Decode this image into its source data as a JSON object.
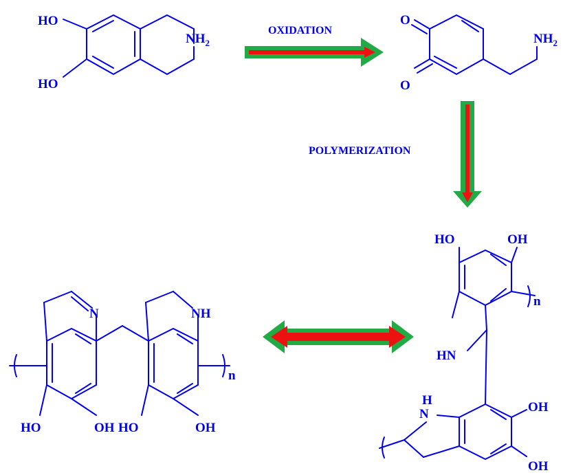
{
  "colors": {
    "structure": "#0000EE",
    "arrow_outer": "#22AA44",
    "arrow_inner": "#EE1111"
  },
  "steps": {
    "oxidation": "OXIDATION",
    "polymerization": "POLYMERIZATION"
  },
  "dopamine": {
    "oh_top": "HO",
    "oh_bottom": "HO",
    "amine": "NH",
    "amine_sub": "2"
  },
  "quinone": {
    "o_top": "O",
    "o_bottom": "O",
    "amine": "NH",
    "amine_sub": "2"
  },
  "polymer_right": {
    "oh_top_left": "HO",
    "oh_top_right": "OH",
    "repeat_top": "n",
    "hn_upper": "HN",
    "h_lower": "H",
    "n_lower": "N",
    "oh_mid_right": "OH",
    "oh_bottom_right": "OH"
  },
  "polymer_left": {
    "n_left": "N",
    "nh_right": "NH",
    "repeat": "n",
    "ho_1": "HO",
    "oh_2": "OH",
    "ho_3": "HO",
    "oh_4": "OH"
  }
}
